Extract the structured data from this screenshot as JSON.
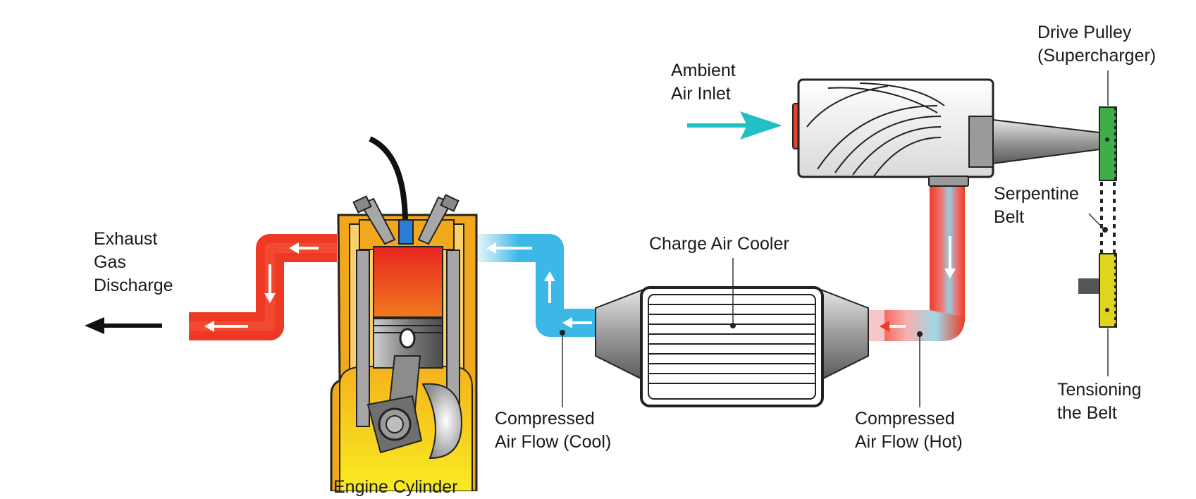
{
  "labels": {
    "exhaust": [
      "Exhaust",
      "Gas",
      "Discharge"
    ],
    "engine_cylinder": "Engine Cylinder",
    "compressed_cool": [
      "Compressed",
      "Air Flow (Cool)"
    ],
    "charge_air_cooler": "Charge Air Cooler",
    "compressed_hot": [
      "Compressed",
      "Air Flow (Hot)"
    ],
    "ambient_air": [
      "Ambient",
      "Air Inlet"
    ],
    "drive_pulley": [
      "Drive Pulley",
      "(Supercharger)"
    ],
    "serpentine_belt": [
      "Serpentine",
      "Belt"
    ],
    "tensioning": [
      "Tensioning",
      "the Belt"
    ]
  },
  "colors": {
    "hot_air": "#ee3a24",
    "cool_air": "#3bb8e6",
    "ambient_arrow": "#22c0c4",
    "engine_block": "#f2a81d",
    "pulley_green": "#3fae49",
    "tensioner_yellow": "#dfd51c"
  }
}
